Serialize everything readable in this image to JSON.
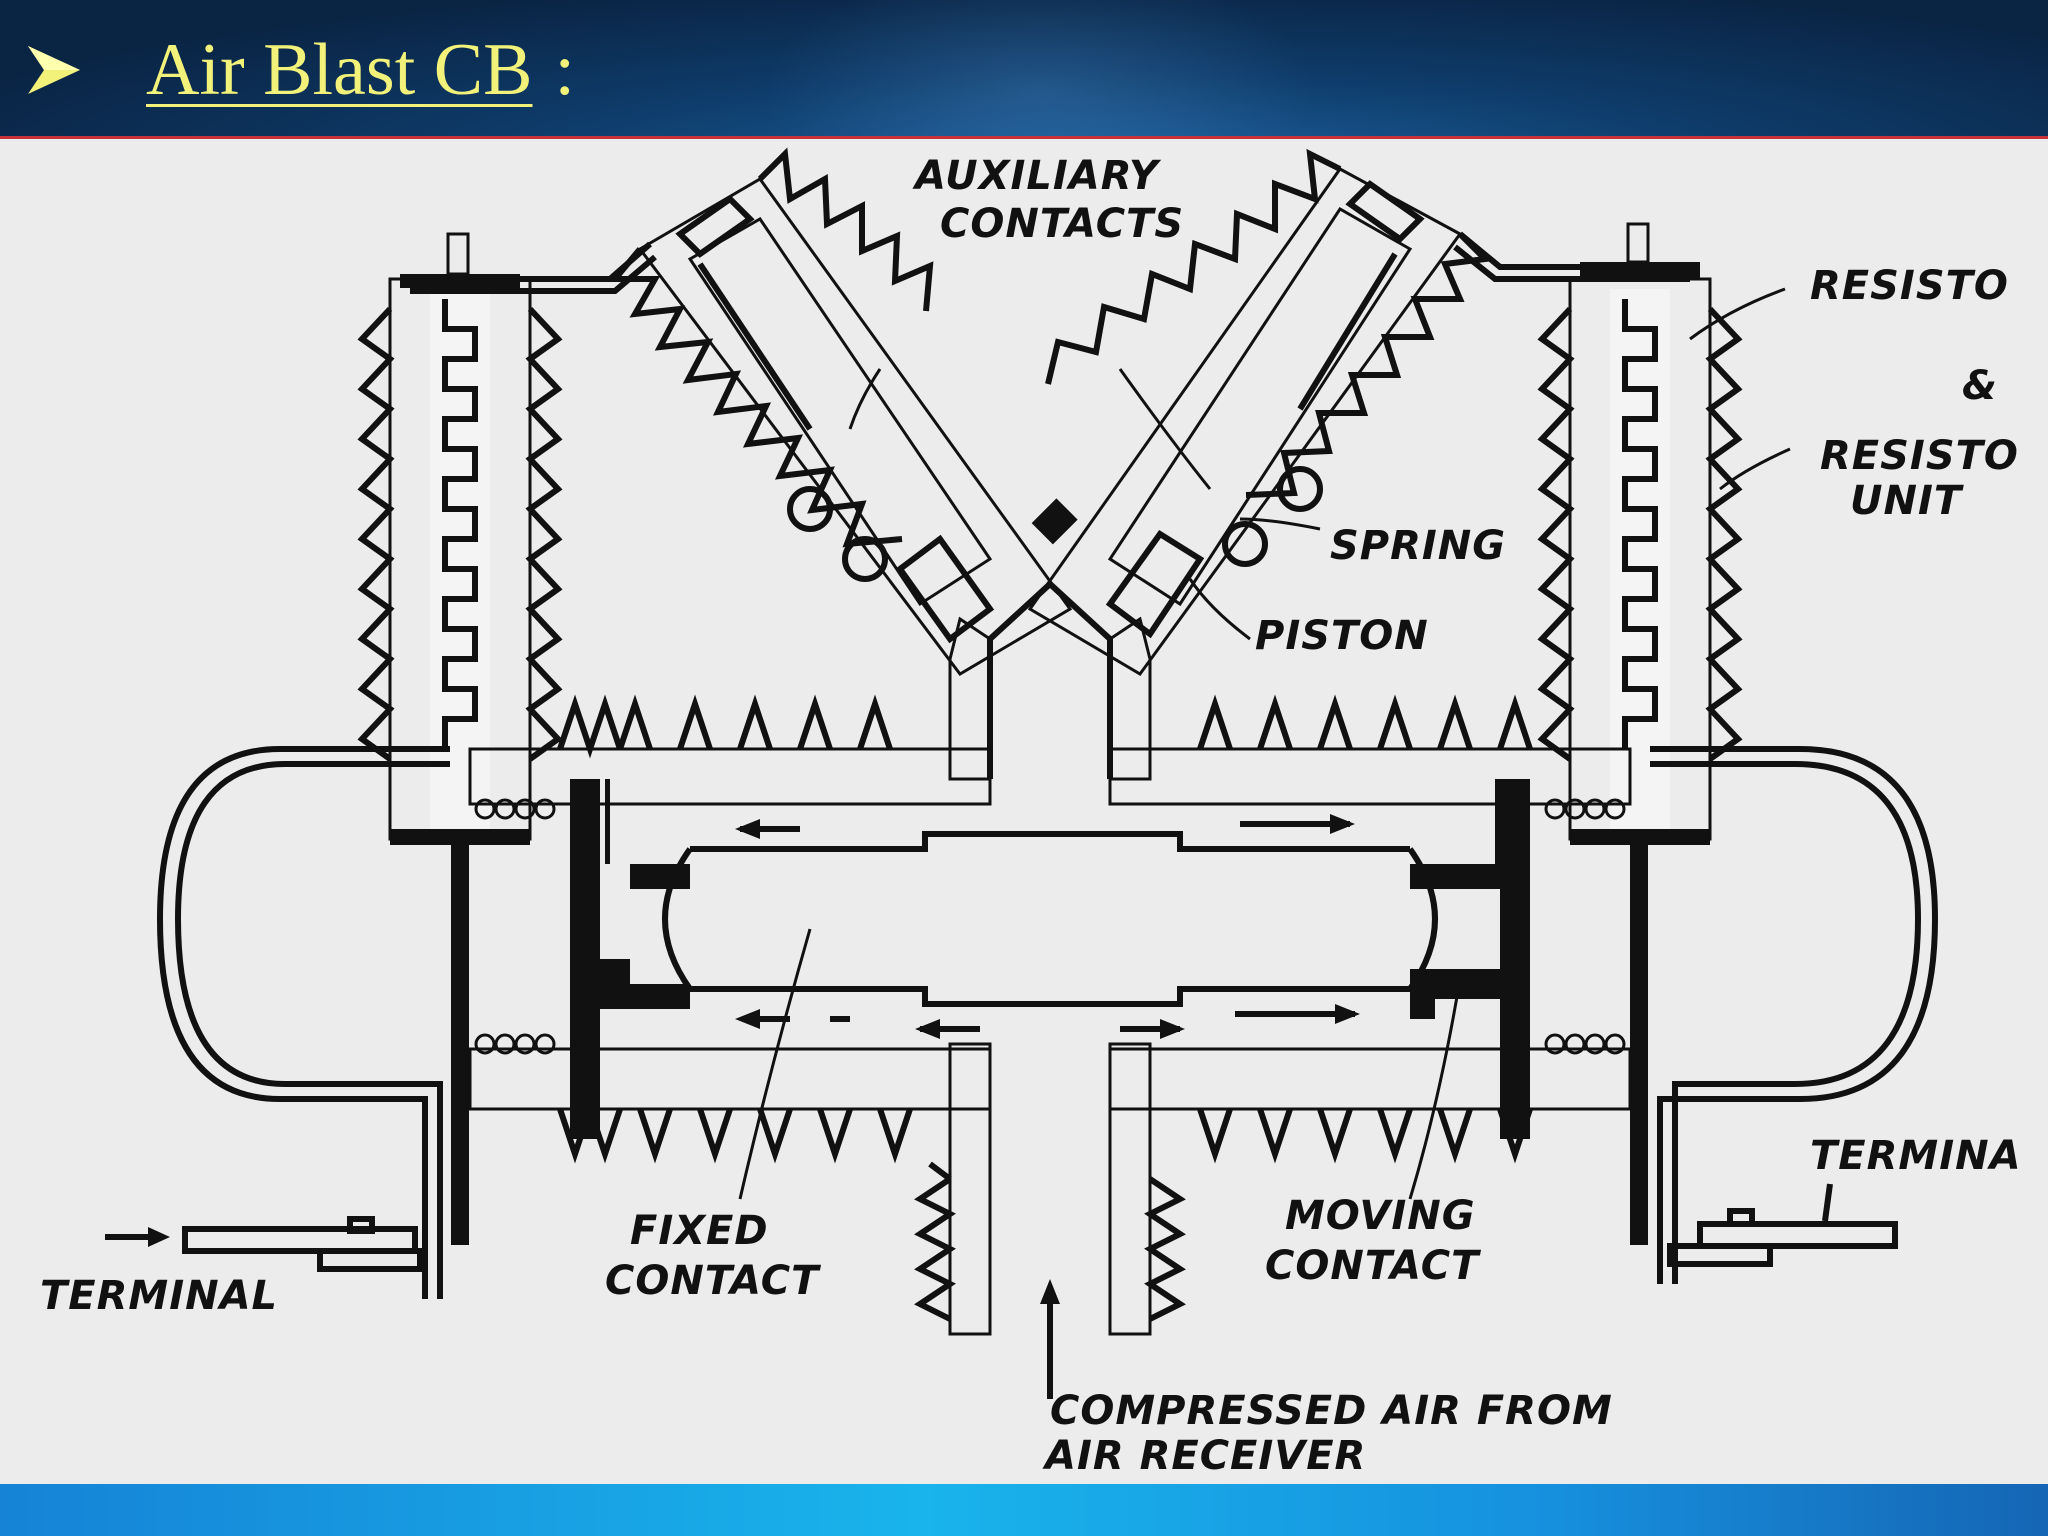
{
  "slide": {
    "title": "Air Blast CB",
    "title_suffix": ":",
    "bullet_icon": "arrow-bullet-icon"
  },
  "colors": {
    "title_text": "#f2f27a",
    "header_bg": "#0e3b69",
    "accent_line": "#c8323a",
    "footer_bar": "#19b4ec",
    "diagram_bg": "#ececec"
  },
  "diagram": {
    "labels": {
      "auxiliary_contacts_1": "AUXILIARY",
      "auxiliary_contacts_2": "CONTACTS",
      "resistor_top": "RESISTO",
      "ampersand": "&",
      "resistor_unit_1": "RESISTO",
      "resistor_unit_2": "UNIT",
      "spring": "SPRING",
      "piston": "PISTON",
      "fixed_contact_1": "FIXED",
      "fixed_contact_2": "CONTACT",
      "moving_contact_1": "MOVING",
      "moving_contact_2": "CONTACT",
      "terminal_left": "TERMINAL",
      "terminal_right": "TERMINA",
      "compressed_air_1": "COMPRESSED AIR FROM",
      "compressed_air_2": "AIR RECEIVER"
    }
  }
}
